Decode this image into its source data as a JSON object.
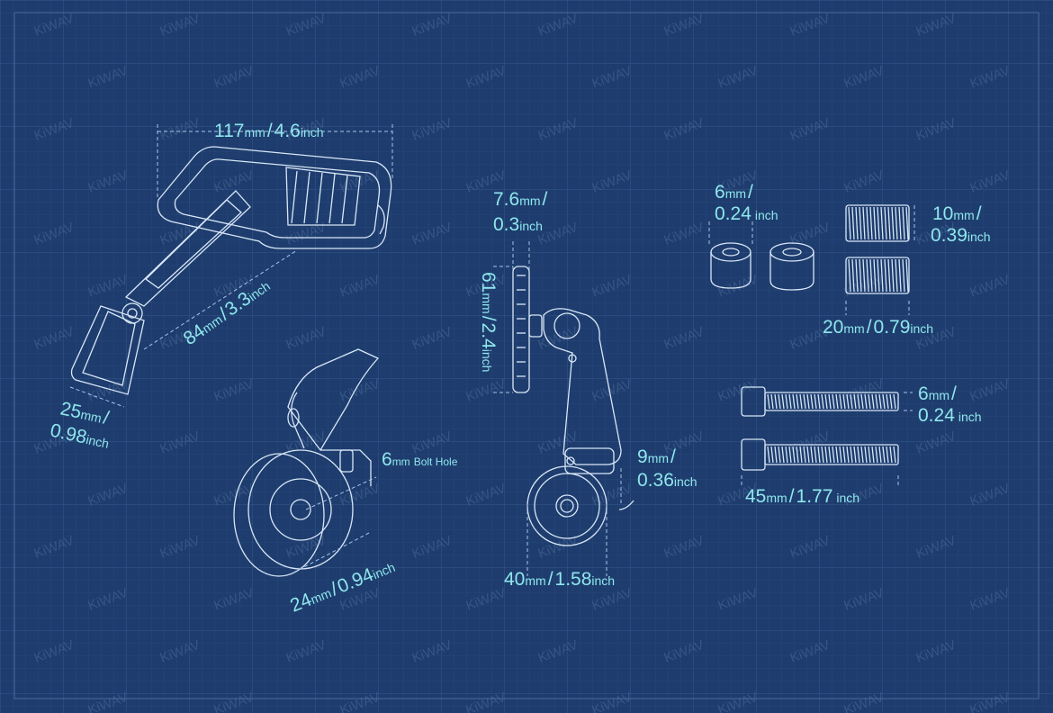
{
  "watermark": "KiWAV",
  "colors": {
    "background": "#1e3d6e",
    "grid": "#2e4f80",
    "line_art": "#d9e7f7",
    "dimension_text": "#8fe6ec"
  },
  "labels": {
    "mirror_width": {
      "value": "117",
      "unit1": "mm",
      "sep": "/",
      "value2": "4.6",
      "unit2": "inch"
    },
    "arm_length": {
      "value": "84",
      "unit1": "mm",
      "sep": "/",
      "value2": "3.3",
      "unit2": "inch"
    },
    "arm_width": {
      "value": "25",
      "unit1": "mm",
      "sep": "/",
      "value2": "0.98",
      "unit2": "inch"
    },
    "clamp_diameter": {
      "value": "24",
      "unit1": "mm",
      "sep": "/",
      "value2": "0.94",
      "unit2": "inch"
    },
    "bolt_hole": {
      "value": "6",
      "unit1": "mm",
      "text": "Bolt Hole"
    },
    "mirror_thickness": {
      "value": "7.6",
      "unit1": "mm",
      "sep": "/",
      "value2": "0.3",
      "unit2": "inch"
    },
    "mirror_height": {
      "value": "61",
      "unit1": "mm",
      "sep": "/",
      "value2": "2.4",
      "unit2": "inch"
    },
    "clamp_offset": {
      "value": "9",
      "unit1": "mm",
      "sep": "/",
      "value2": "0.36",
      "unit2": "inch"
    },
    "clamp_width": {
      "value": "40",
      "unit1": "mm",
      "sep": "/",
      "value2": "1.58",
      "unit2": "inch"
    },
    "spacer_diameter": {
      "value": "6",
      "unit1": "mm",
      "sep": "/",
      "value2": "0.24",
      "unit2": "inch"
    },
    "insert_height": {
      "value": "10",
      "unit1": "mm",
      "sep": "/",
      "value2": "0.39",
      "unit2": "inch"
    },
    "insert_length": {
      "value": "20",
      "unit1": "mm",
      "sep": "/",
      "value2": "0.79",
      "unit2": "inch"
    },
    "bolt_diameter": {
      "value": "6",
      "unit1": "mm",
      "sep": "/",
      "value2": "0.24",
      "unit2": "inch"
    },
    "bolt_length": {
      "value": "45",
      "unit1": "mm",
      "sep": "/",
      "value2": "1.77",
      "unit2": "inch"
    }
  }
}
